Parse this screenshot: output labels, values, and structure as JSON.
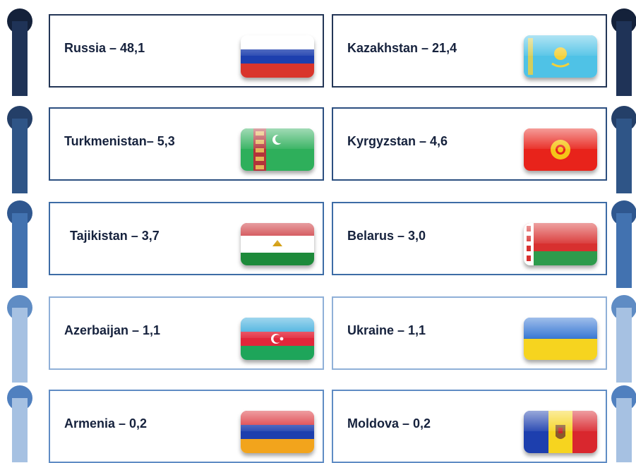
{
  "countries": [
    {
      "label": "Russia – 48,1",
      "flag_icon": "russia-flag-icon"
    },
    {
      "label": "Kazakhstan – 21,4",
      "flag_icon": "kazakhstan-flag-icon"
    },
    {
      "label": "Turkmenistan– 5,3",
      "flag_icon": "turkmenistan-flag-icon"
    },
    {
      "label": "Kyrgyzstan – 4,6",
      "flag_icon": "kyrgyzstan-flag-icon"
    },
    {
      "label": "Tajikistan – 3,7",
      "flag_icon": "tajikistan-flag-icon"
    },
    {
      "label": "Belarus – 3,0",
      "flag_icon": "belarus-flag-icon"
    },
    {
      "label": "Azerbaijan – 1,1",
      "flag_icon": "azerbaijan-flag-icon"
    },
    {
      "label": "Ukraine – 1,1",
      "flag_icon": "ukraine-flag-icon"
    },
    {
      "label": "Armenia – 0,2",
      "flag_icon": "armenia-flag-icon"
    },
    {
      "label": "Moldova – 0,2",
      "flag_icon": "moldova-flag-icon"
    }
  ],
  "colors": {
    "row_1": "#1b2c4c",
    "row_2": "#2c4f80",
    "row_3": "#3d6ca6",
    "row_4": "#8fb0d8",
    "row_5": "#5f8cc4",
    "text": "#16223d"
  }
}
